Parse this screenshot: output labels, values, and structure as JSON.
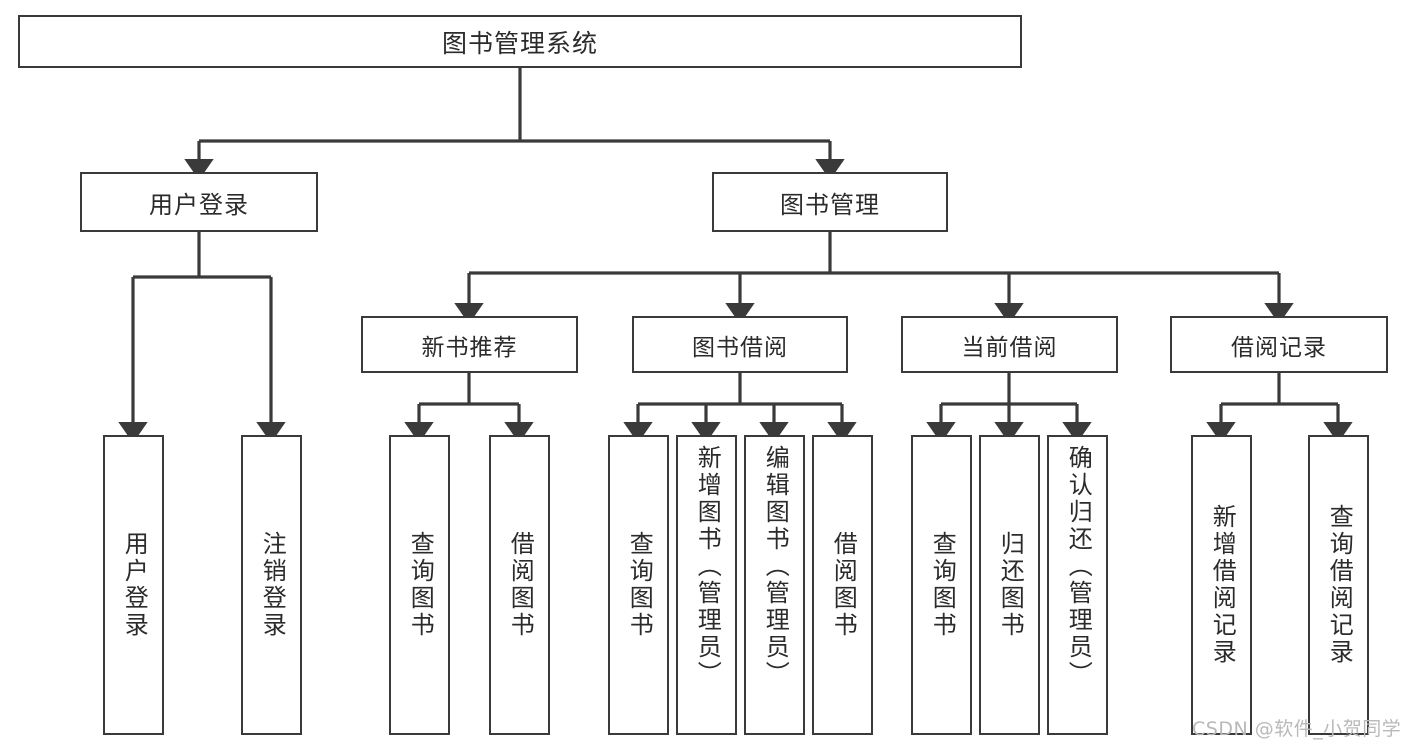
{
  "diagram": {
    "title": "图书管理系统",
    "type": "tree-hierarchy-functional-structure",
    "watermark": "CSDN @软件_小贺同学",
    "colors": {
      "box_border": "#3a3a3a",
      "box_fill": "#ffffff",
      "edge": "#3a3a3a",
      "text": "#2b2b2b",
      "watermark": "#b9b9b9",
      "background": "#ffffff"
    },
    "nodes": {
      "root": {
        "label": "图书管理系统"
      },
      "level1": [
        {
          "id": "user-login",
          "label": "用户登录"
        },
        {
          "id": "book-management",
          "label": "图书管理"
        }
      ],
      "level2": [
        {
          "id": "new-book-recommend",
          "label": "新书推荐"
        },
        {
          "id": "book-borrow",
          "label": "图书借阅"
        },
        {
          "id": "current-borrow",
          "label": "当前借阅"
        },
        {
          "id": "borrow-record",
          "label": "借阅记录"
        }
      ],
      "leaves": [
        {
          "id": "leaf-user-login",
          "label": "用户登录",
          "parent": "user-login"
        },
        {
          "id": "leaf-logout",
          "label": "注销登录",
          "parent": "user-login"
        },
        {
          "id": "leaf-query-book-1",
          "label": "查询图书",
          "parent": "new-book-recommend"
        },
        {
          "id": "leaf-borrow-book-1",
          "label": "借阅图书",
          "parent": "new-book-recommend"
        },
        {
          "id": "leaf-query-book-2",
          "label": "查询图书",
          "parent": "book-borrow"
        },
        {
          "id": "leaf-add-book",
          "label": "新增图书（管理员）",
          "parent": "book-borrow"
        },
        {
          "id": "leaf-edit-book",
          "label": "编辑图书（管理员）",
          "parent": "book-borrow"
        },
        {
          "id": "leaf-borrow-book-2",
          "label": "借阅图书",
          "parent": "book-borrow"
        },
        {
          "id": "leaf-query-book-3",
          "label": "查询图书",
          "parent": "current-borrow"
        },
        {
          "id": "leaf-return-book",
          "label": "归还图书",
          "parent": "current-borrow"
        },
        {
          "id": "leaf-confirm-return",
          "label": "确认归还（管理员）",
          "parent": "current-borrow"
        },
        {
          "id": "leaf-add-record",
          "label": "新增借阅记录",
          "parent": "borrow-record"
        },
        {
          "id": "leaf-query-record",
          "label": "查询借阅记录",
          "parent": "borrow-record"
        }
      ]
    }
  }
}
